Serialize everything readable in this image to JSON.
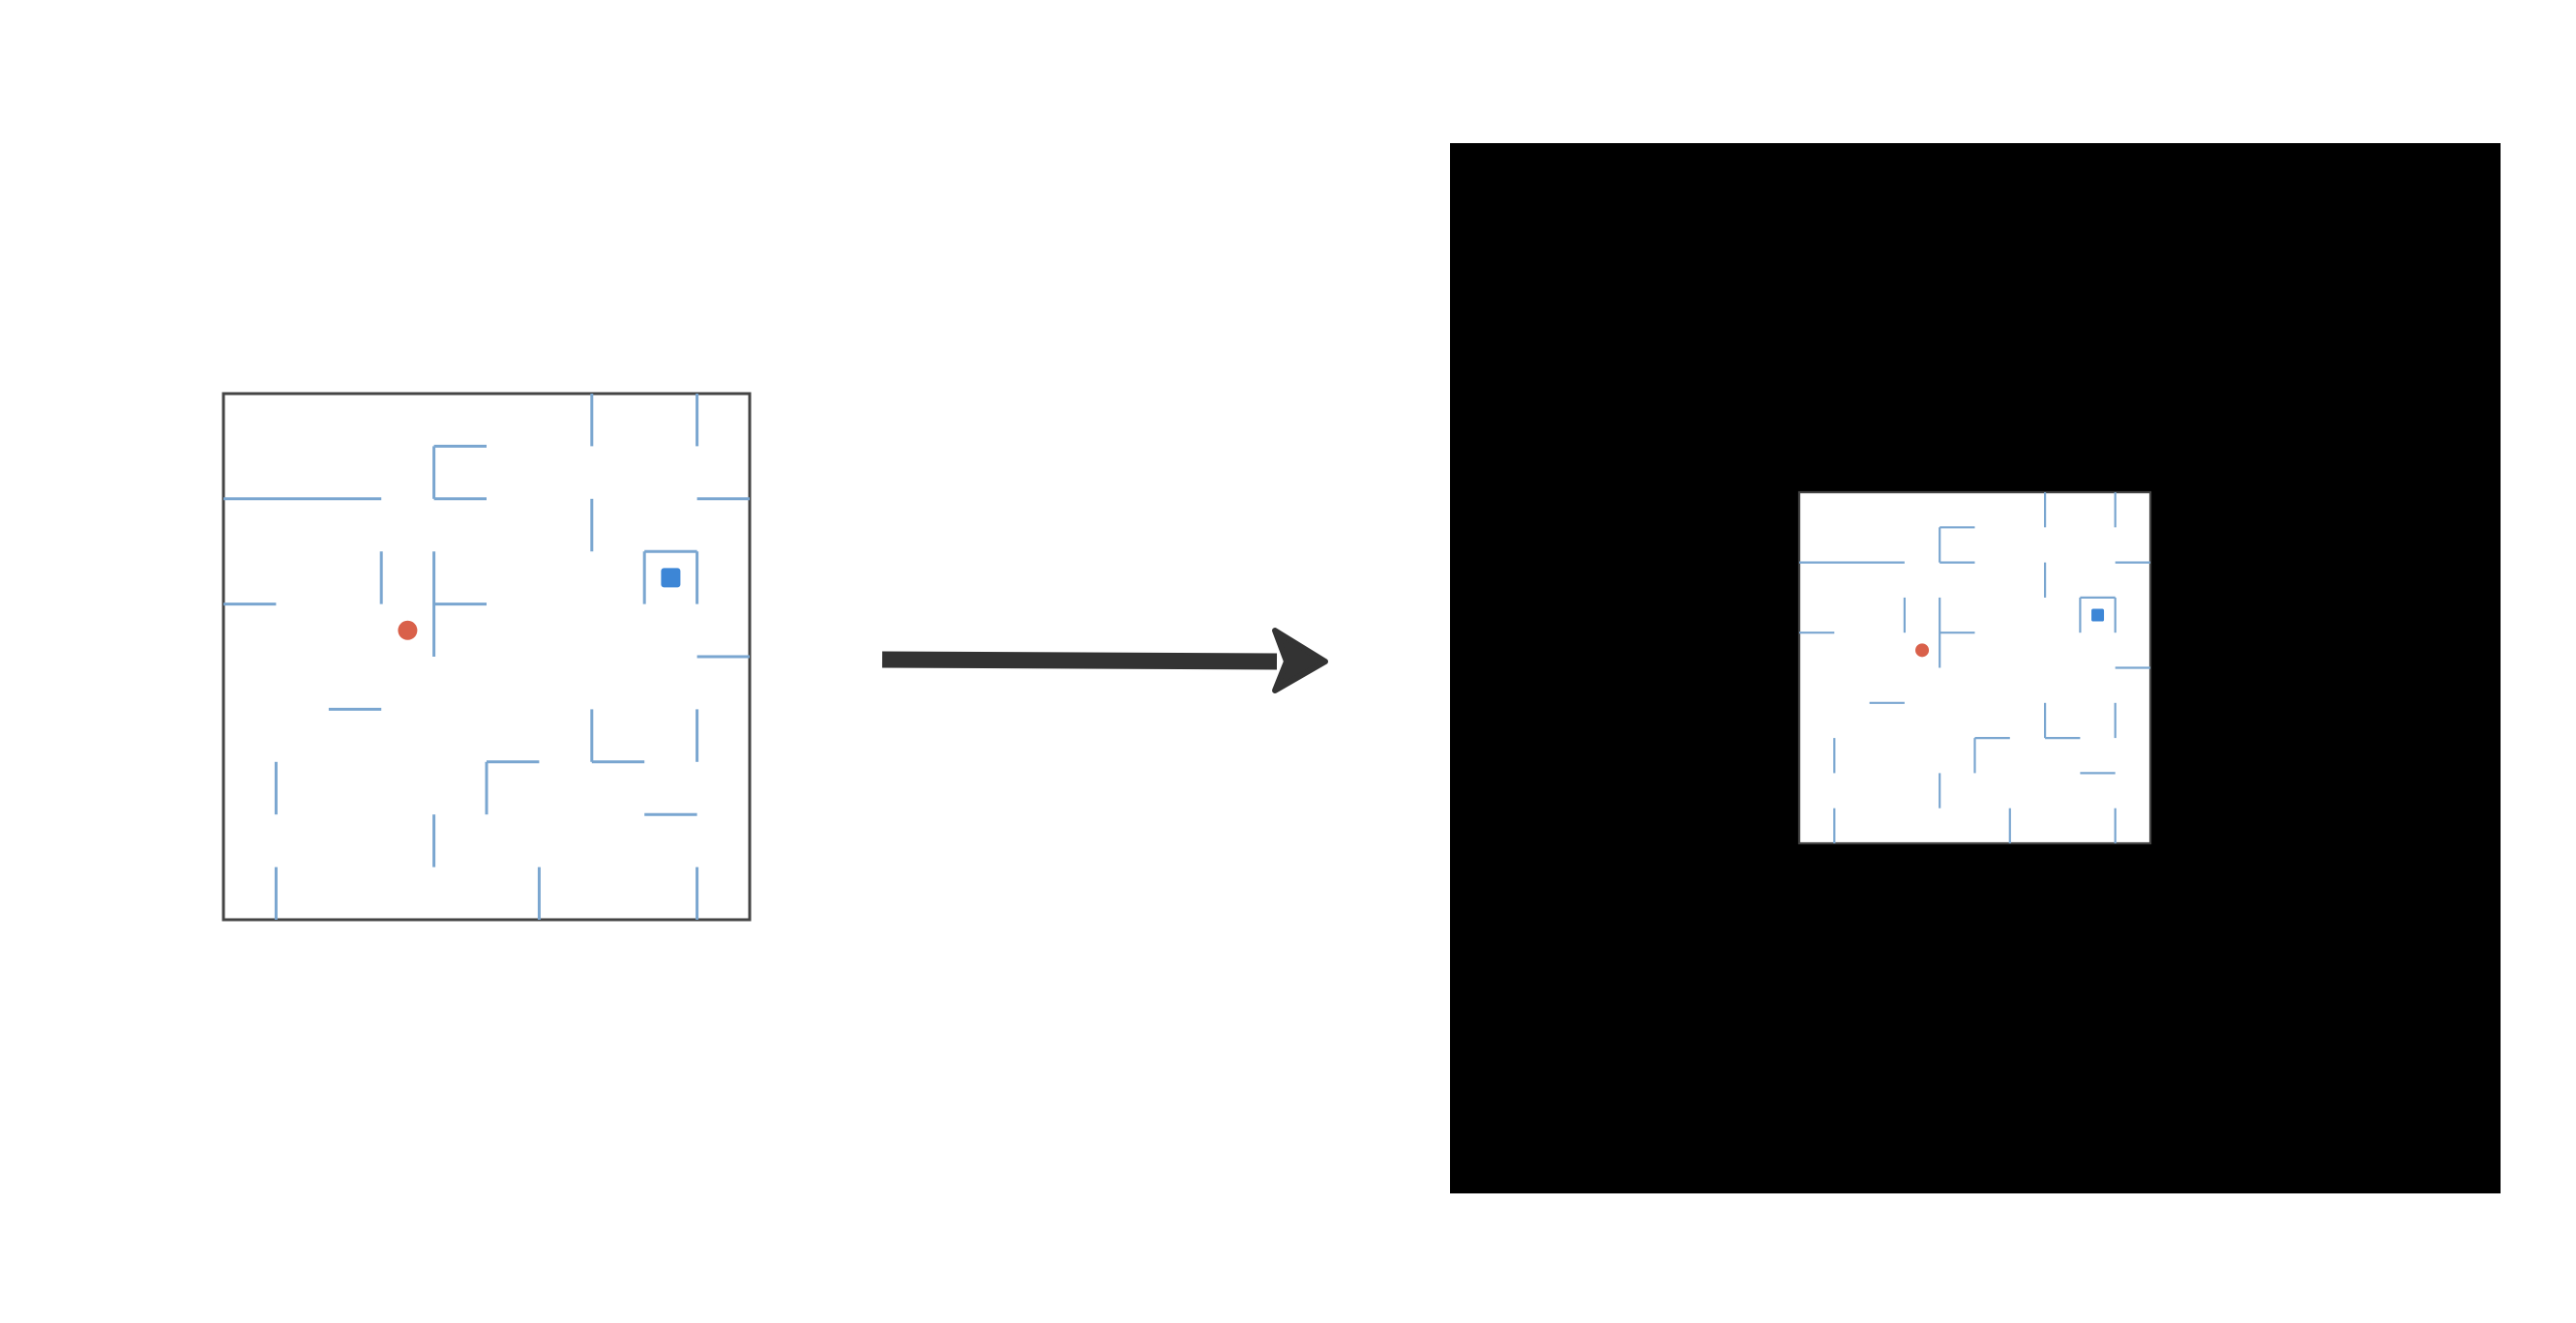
{
  "maze": {
    "grid_size": 10,
    "walls": [
      [
        0,
        2,
        3,
        2
      ],
      [
        4,
        1,
        4,
        2
      ],
      [
        4,
        1,
        5,
        1
      ],
      [
        4,
        2,
        5,
        2
      ],
      [
        7,
        0,
        7,
        1
      ],
      [
        9,
        0,
        9,
        1
      ],
      [
        7,
        2,
        7,
        3
      ],
      [
        9,
        2,
        10,
        2
      ],
      [
        3,
        3,
        3,
        4
      ],
      [
        4,
        3,
        4,
        5
      ],
      [
        4,
        4,
        5,
        4
      ],
      [
        8,
        3,
        8,
        4
      ],
      [
        8,
        3,
        9,
        3
      ],
      [
        9,
        3,
        9,
        4
      ],
      [
        0,
        4,
        1,
        4
      ],
      [
        9,
        5,
        10,
        5
      ],
      [
        2,
        6,
        3,
        6
      ],
      [
        7,
        6,
        7,
        7
      ],
      [
        7,
        7,
        8,
        7
      ],
      [
        9,
        6,
        9,
        7
      ],
      [
        1,
        7,
        1,
        8
      ],
      [
        5,
        7,
        5,
        8
      ],
      [
        5,
        7,
        6,
        7
      ],
      [
        8,
        8,
        9,
        8
      ],
      [
        4,
        8,
        4,
        9
      ],
      [
        1,
        9,
        1,
        10
      ],
      [
        6,
        9,
        6,
        10
      ],
      [
        9,
        9,
        9,
        10
      ]
    ],
    "agent": {
      "col": 3.5,
      "row": 4.5,
      "color": "#d9604a"
    },
    "goal": {
      "col": 8.5,
      "row": 3.5,
      "color": "#3d86d6"
    },
    "wall_color": "#7aa6d0",
    "border_color": "#444444"
  },
  "transform": {
    "arrow_color": "#333333",
    "padded_background_color": "#000000"
  }
}
